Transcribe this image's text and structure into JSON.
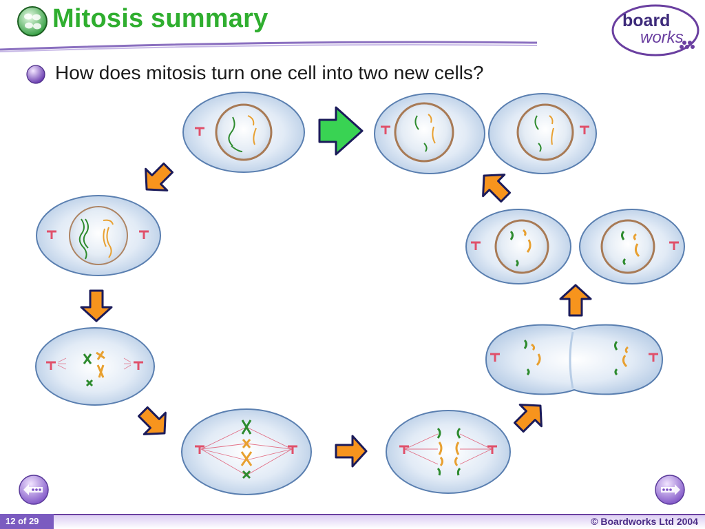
{
  "slide": {
    "title": "Mitosis summary",
    "question": "How does mitosis turn one cell into two new cells?",
    "slide_number": "12 of 29",
    "copyright": "© Boardworks Ltd 2004"
  },
  "logo": {
    "line1": "board",
    "line2": "works"
  },
  "colors": {
    "title_green": "#2fae2f",
    "brand_purple": "#6a3fa0",
    "arrow_orange": "#f7941d",
    "arrow_green": "#39d353",
    "arrow_outline": "#1b1b5a",
    "centriole_red": "#e0506a",
    "chromosome_green": "#2e8b2e",
    "chromosome_orange": "#e8a030",
    "cell_fill": "#dbe6f3",
    "cell_edge": "#5a7fb0",
    "nucleus_edge": "#a87a55"
  },
  "icons": [
    "cell-group-icon",
    "bullet-orb-icon",
    "prev-arrow-icon",
    "next-arrow-icon"
  ],
  "cycle_stages": 10
}
